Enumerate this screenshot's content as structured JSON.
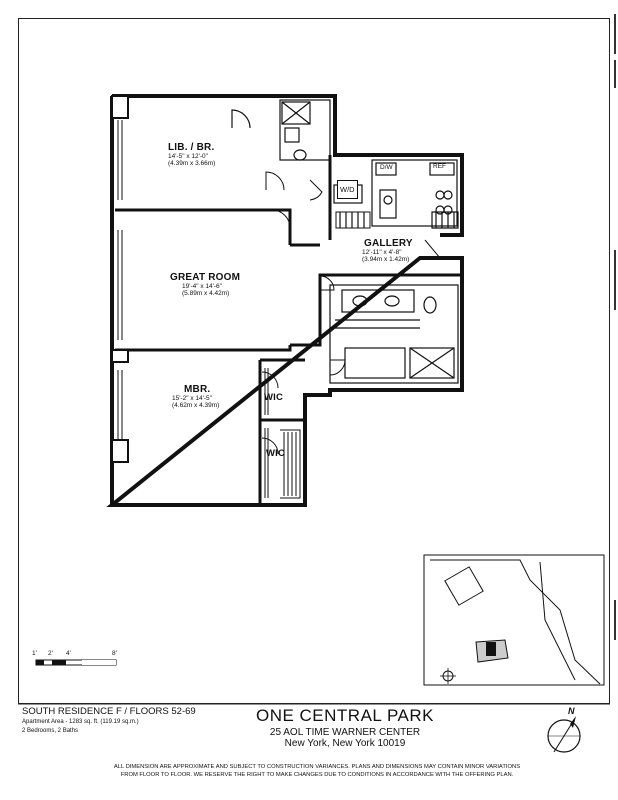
{
  "rooms": {
    "library": {
      "label": "LIB. / BR.",
      "dim_imperial": "14'-5\" x 12'-0\"",
      "dim_metric": "(4.39m x 3.66m)"
    },
    "great_room": {
      "label": "GREAT ROOM",
      "dim_imperial": "19'-4\" x 14'-6\"",
      "dim_metric": "(5.89m x 4.42m)"
    },
    "master": {
      "label": "MBR.",
      "dim_imperial": "15'-2\" x 14'-5\"",
      "dim_metric": "(4.62m x 4.39m)"
    },
    "gallery": {
      "label": "GALLERY",
      "dim_imperial": "12'-11\" x 4'-8\"",
      "dim_metric": "(3.94m x 1.42m)"
    },
    "wic_upper": {
      "label": "WIC"
    },
    "wic_lower": {
      "label": "WIC"
    },
    "washer_dryer": {
      "label": "W/D"
    },
    "dishwasher": {
      "label": "D/W"
    },
    "refrigerator": {
      "label": "REF"
    }
  },
  "scale_bar": {
    "marks": [
      "1'",
      "2'",
      "4'",
      "8'"
    ]
  },
  "title_block": {
    "residence": "SOUTH RESIDENCE F / FLOORS 52-69",
    "area": "Apartment Area - 1283 sq. ft. (119.19 sq.m.)",
    "rooms": "2 Bedrooms, 2 Baths",
    "building": "ONE CENTRAL PARK",
    "address_line1": "25 AOL TIME WARNER CENTER",
    "address_line2": "New York, New York 10019",
    "disclaimer_line1": "ALL DIMENSION ARE APPROXIMATE AND SUBJECT TO CONSTRUCTION VARIANCES. PLANS AND DIMENSIONS MAY CONTAIN MINOR VARIATIONS",
    "disclaimer_line2": "FROM FLOOR TO FLOOR. WE RESERVE THE RIGHT TO MAKE CHANGES DUE TO CONDITIONS IN ACCORDANCE WITH THE OFFERING PLAN."
  },
  "north_arrow": {
    "label": "N"
  }
}
